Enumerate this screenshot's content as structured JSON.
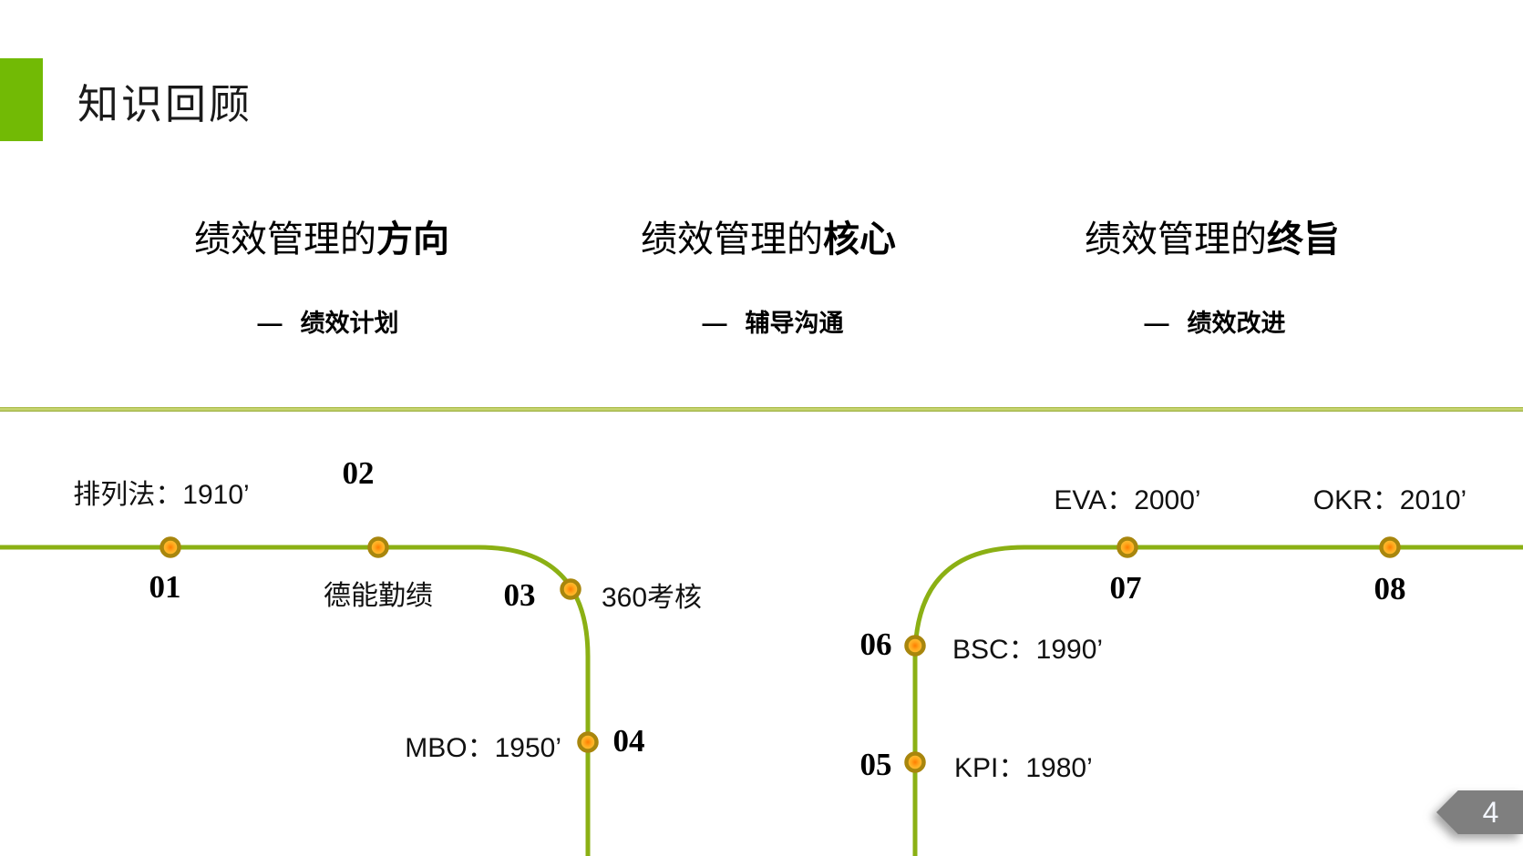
{
  "slide": {
    "title": "知识回顾",
    "page_number": "4",
    "columns": [
      {
        "heading_prefix": "绩效管理的",
        "heading_emphasis": "方向",
        "dash": "—",
        "subtitle": "绩效计划"
      },
      {
        "heading_prefix": "绩效管理的",
        "heading_emphasis": "核心",
        "dash": "—",
        "subtitle": "辅导沟通"
      },
      {
        "heading_prefix": "绩效管理的",
        "heading_emphasis": "终旨",
        "dash": "—",
        "subtitle": "绩效改进"
      }
    ],
    "timeline": {
      "items": [
        {
          "num": "01",
          "label": "排列法：1910’"
        },
        {
          "num": "02",
          "label": "德能勤绩"
        },
        {
          "num": "03",
          "label": "360考核"
        },
        {
          "num": "04",
          "label": "MBO：1950’"
        },
        {
          "num": "05",
          "label": "KPI：1980’"
        },
        {
          "num": "06",
          "label": "BSC：1990’"
        },
        {
          "num": "07",
          "label": "EVA：2000’"
        },
        {
          "num": "08",
          "label": "OKR：2010’"
        }
      ]
    },
    "colors": {
      "accent_green": "#72BA05",
      "line_green": "#8BB014",
      "dot_ring": "#A8860D",
      "dot_fill_center": "#FF7D00",
      "dot_fill_edge": "#FFC837",
      "badge_gray": "#7F7F7F"
    }
  }
}
